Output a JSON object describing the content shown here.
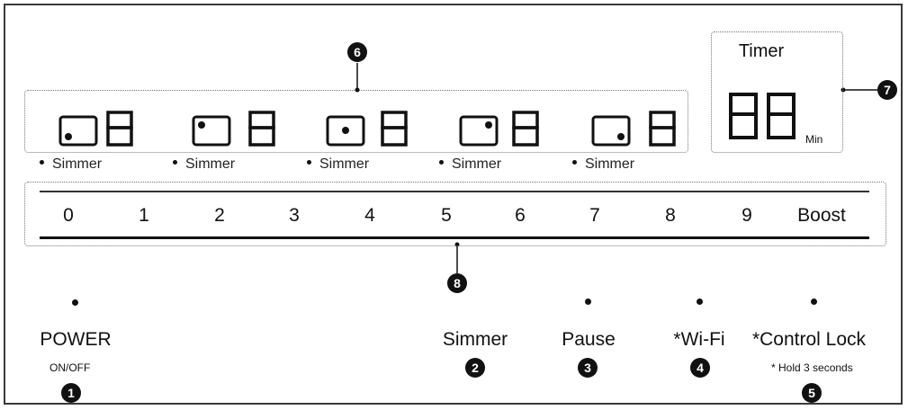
{
  "zones": {
    "simmer_label": "Simmer",
    "count": 5,
    "callout": "6"
  },
  "timer": {
    "title": "Timer",
    "unit": "Min",
    "callout": "7"
  },
  "scale": {
    "levels": [
      "0",
      "1",
      "2",
      "3",
      "4",
      "5",
      "6",
      "7",
      "8",
      "9",
      "Boost"
    ],
    "callout": "8"
  },
  "buttons": [
    {
      "label": "POWER",
      "sub": "ON/OFF",
      "callout": "1"
    },
    {
      "label": "Simmer",
      "sub": "",
      "callout": "2"
    },
    {
      "label": "Pause",
      "sub": "",
      "callout": "3"
    },
    {
      "label": "*Wi-Fi",
      "sub": "",
      "callout": "4"
    },
    {
      "label": "*Control Lock",
      "sub": "* Hold 3 seconds",
      "callout": "5"
    }
  ],
  "icons": [
    "zone-rear-left-icon",
    "zone-front-left-icon",
    "zone-center-icon",
    "zone-rear-right-icon",
    "zone-front-right-icon",
    "seven-segment-digit-icon"
  ]
}
